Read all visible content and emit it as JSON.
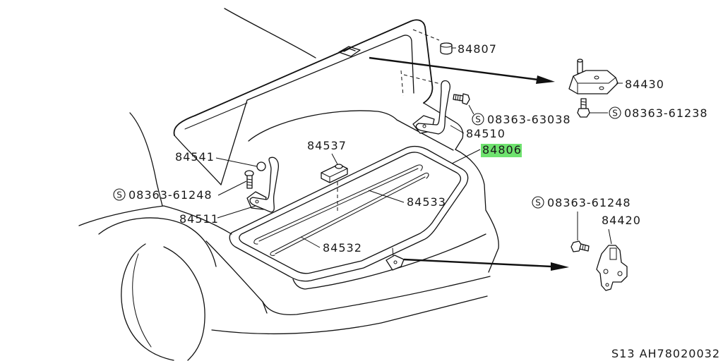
{
  "diagram": {
    "screw_symbol": "S",
    "labels": {
      "p84807": "84807",
      "p84430": "84430",
      "s_63038": "08363-63038",
      "s_61238": "08363-61238",
      "p84510": "84510",
      "p84537": "84537",
      "p84806": "84806",
      "p84541": "84541",
      "s_61248_left": "08363-61248",
      "p84511": "84511",
      "p84533": "84533",
      "p84532": "84532",
      "s_61248_right": "08363-61248",
      "p84420": "84420"
    }
  },
  "footer": {
    "model": "S13",
    "ref": "AH78020032"
  },
  "colors": {
    "highlight": "#6ee26e",
    "line": "#111111",
    "background": "#ffffff"
  }
}
